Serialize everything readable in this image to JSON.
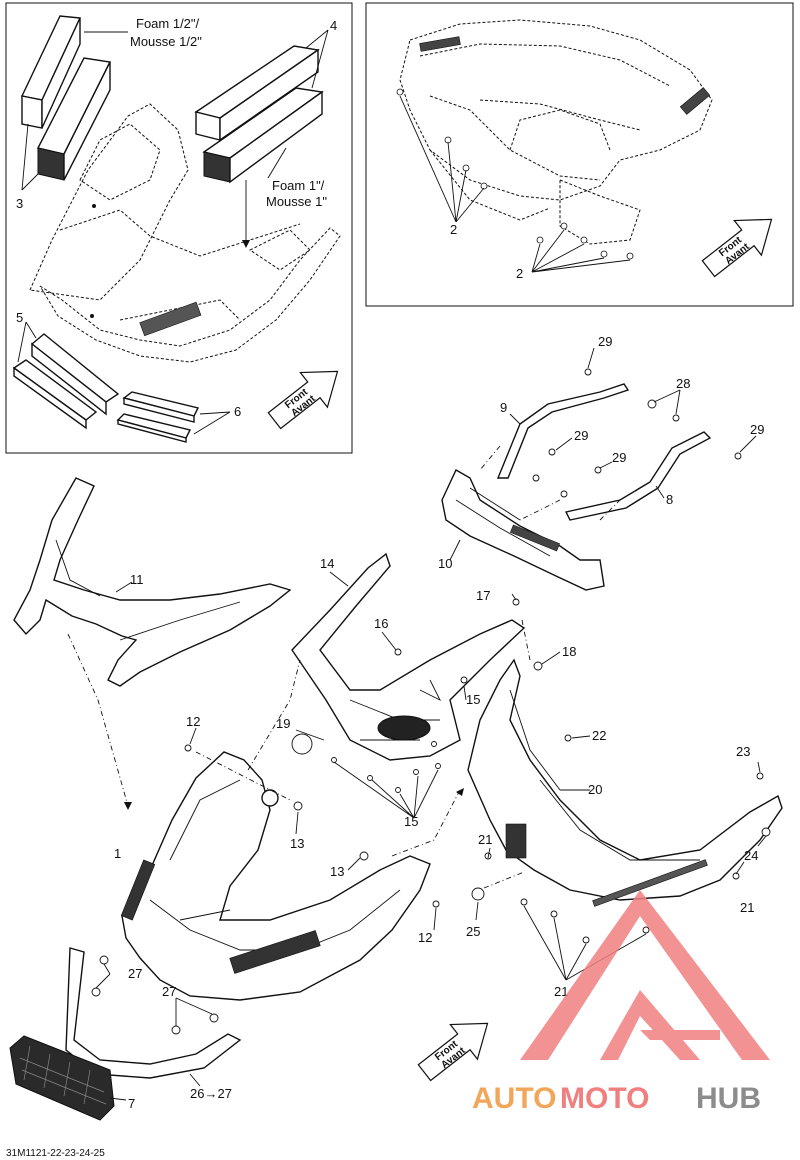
{
  "diagram": {
    "reference": "31M1121-22-23-24-25",
    "notes": {
      "foam_half_en": "Foam 1/2\"/",
      "foam_half_fr": "Mousse 1/2\"",
      "foam_one_en": "Foam 1\"/",
      "foam_one_fr": "Mousse 1\""
    },
    "direction": {
      "en": "Front",
      "fr": "Avant"
    },
    "callouts": {
      "c1": "1",
      "c2a": "2",
      "c2b": "2",
      "c3": "3",
      "c4": "4",
      "c5": "5",
      "c6": "6",
      "c7": "7",
      "c8": "8",
      "c9": "9",
      "c10": "10",
      "c11": "11",
      "c12a": "12",
      "c12b": "12",
      "c13a": "13",
      "c13b": "13",
      "c14": "14",
      "c15a": "15",
      "c15b": "15",
      "c16": "16",
      "c17": "17",
      "c18": "18",
      "c19": "19",
      "c20": "20",
      "c21a": "21",
      "c21b": "21",
      "c21c": "21",
      "c22": "22",
      "c23": "23",
      "c24": "24",
      "c25": "25",
      "c26": "26→27",
      "c27a": "27",
      "c27b": "27",
      "c28": "28",
      "c29a": "29",
      "c29b": "29",
      "c29c": "29",
      "c29d": "29"
    },
    "watermark": {
      "part1": "AUTO",
      "part2": "MOTO",
      "part3": "HUB"
    },
    "colors": {
      "line": "#111111",
      "watermark_orange": "#f2a65a",
      "watermark_red": "#f08080",
      "watermark_gray": "#8c8c8c"
    }
  }
}
